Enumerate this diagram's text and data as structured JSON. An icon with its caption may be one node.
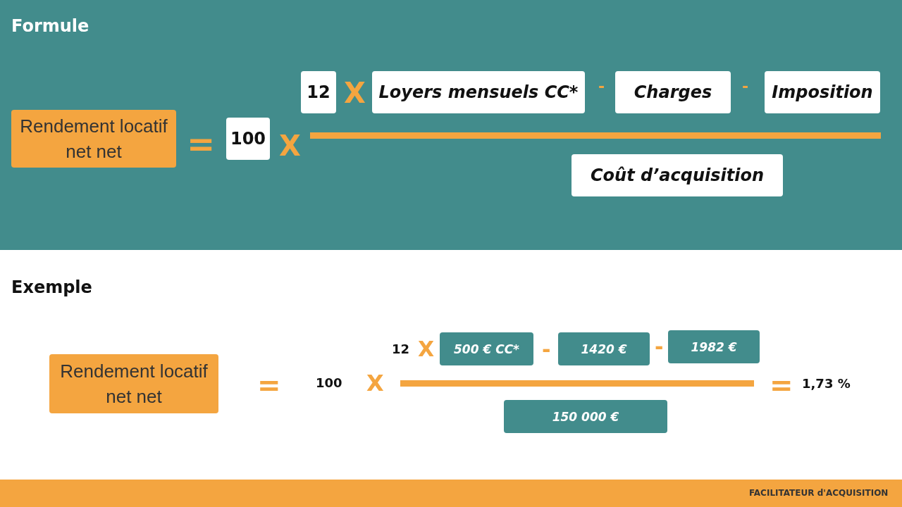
{
  "diagram": {
    "nodes": [
      {
        "text": [
          "Rendement locatif net net"
        ]
      },
      {
        "text": [
          "100"
        ]
      },
      {
        "text": [
          "12"
        ]
      },
      {
        "text": [
          "Loyers mensuels CC*"
        ]
      },
      {
        "text": [
          "Charges"
        ]
      },
      {
        "text": [
          "Imposition"
        ]
      },
      {
        "text": [
          "Coût d’acquisition"
        ]
      },
      {
        "text": [
          "Rendement locatif net net"
        ]
      },
      {
        "text": [
          "500 € CC*"
        ]
      },
      {
        "text": [
          "1420 €"
        ]
      },
      {
        "text": [
          "1982 €"
        ]
      },
      {
        "text": [
          "150 000 €"
        ]
      }
    ],
    "labels": [
      "Formule",
      "X",
      "-",
      "-",
      "=",
      "X",
      "Exemple",
      "12",
      "X",
      "-",
      "-",
      "=",
      "100",
      "X",
      "=",
      "1,73 %",
      "FACILITATEUR d'ACQUISITION"
    ]
  }
}
